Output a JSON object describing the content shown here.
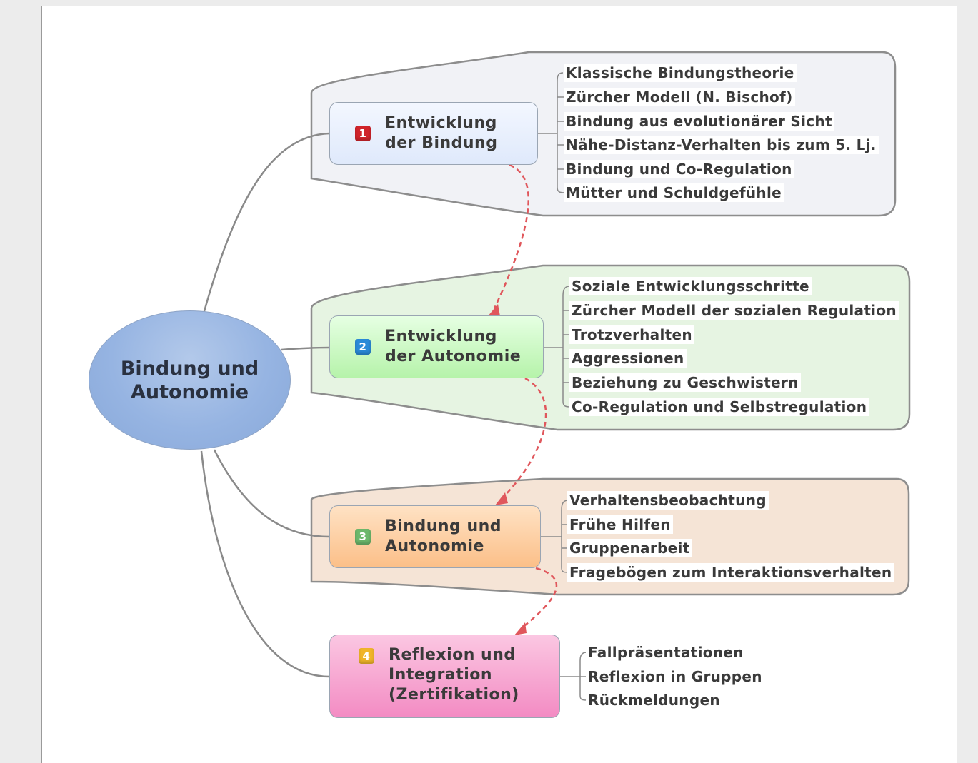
{
  "center": {
    "label": "Bindung und Autonomie",
    "color": "#96b4e2"
  },
  "topics": [
    {
      "number": "1",
      "label": "Entwicklung der Bindung",
      "color": "#dfe9fb",
      "badge_color": "#d0242b",
      "subtopics": [
        "Klassische Bindungstheorie",
        "Zürcher Modell (N. Bischof)",
        "Bindung aus evolutionärer Sicht",
        "Nähe-Distanz-Verhalten bis zum 5. Lj.",
        "Bindung und Co-Regulation",
        "Mütter und Schuldgefühle"
      ]
    },
    {
      "number": "2",
      "label": "Entwicklung der Autonomie",
      "color": "#b6f3aa",
      "badge_color": "#2a8ad8",
      "subtopics": [
        "Soziale Entwicklungsschritte",
        "Zürcher Modell der sozialen Regulation",
        "Trotzverhalten",
        "Aggressionen",
        "Beziehung zu Geschwistern",
        "Co-Regulation und Selbstregulation"
      ]
    },
    {
      "number": "3",
      "label": "Bindung und Autonomie",
      "color": "#fbbf88",
      "badge_color": "#6db86c",
      "subtopics": [
        "Verhaltensbeobachtung",
        "Frühe Hilfen",
        "Gruppenarbeit",
        "Fragebögen zum Interaktionsverhalten"
      ]
    },
    {
      "number": "4",
      "label": "Reflexion und Integration (Zertifikation)",
      "color": "#f38bc3",
      "badge_color": "#f0b52a",
      "subtopics": [
        "Fallpräsentationen",
        "Reflexion in Gruppen",
        "Rückmeldungen"
      ]
    }
  ],
  "relationship_color": "#e0575c"
}
